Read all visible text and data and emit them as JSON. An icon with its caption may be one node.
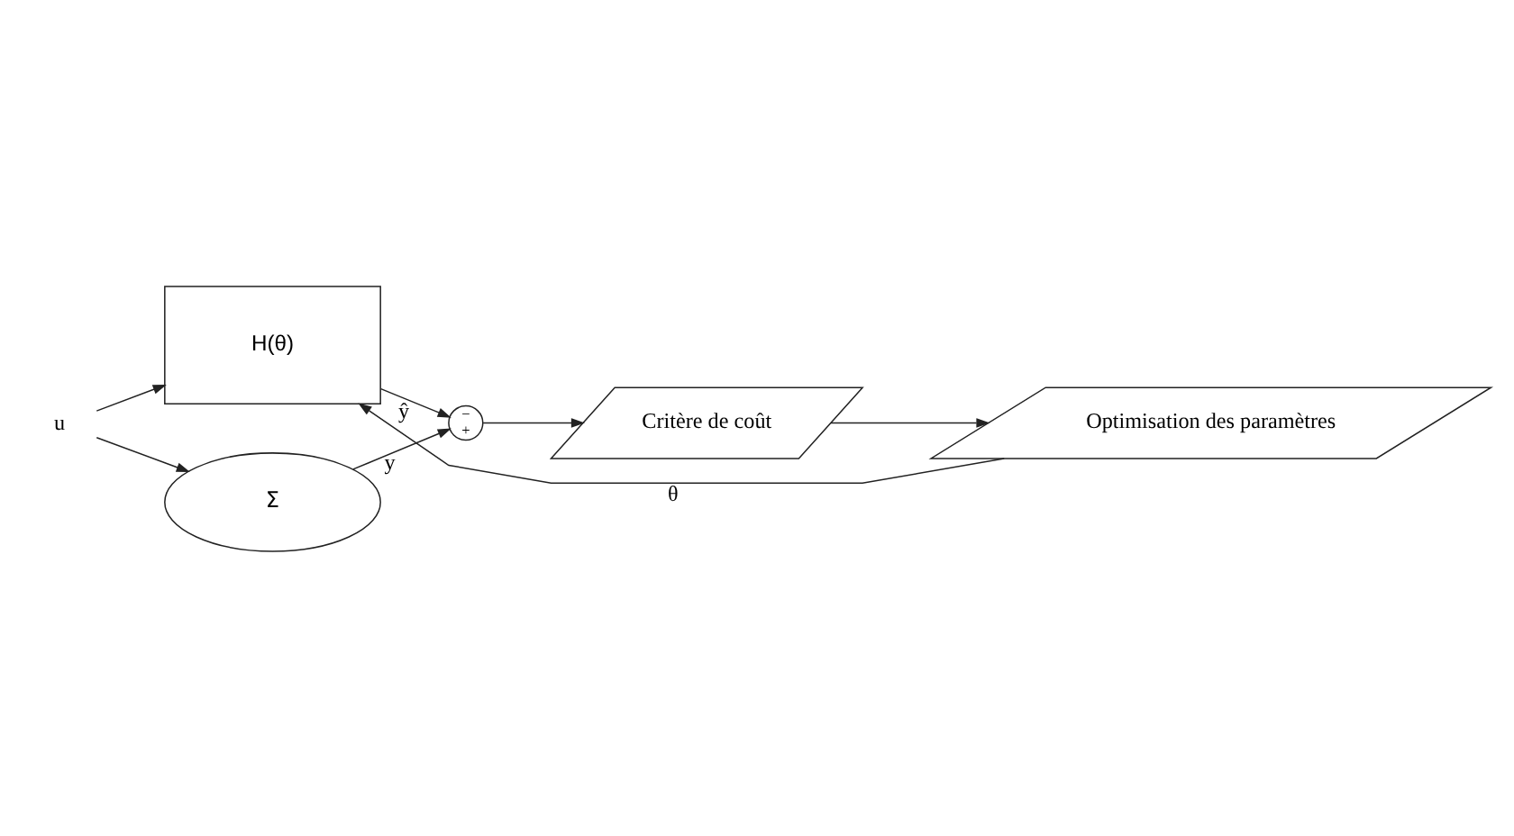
{
  "diagram": {
    "nodes": [
      {
        "text": [
          "H(θ)"
        ]
      },
      {
        "text": [
          "Σ"
        ]
      },
      {
        "text": [
          "Optimisation des paramètres"
        ]
      },
      {
        "text": [
          "Critère de coût"
        ]
      },
      {
        "text": [
          "−",
          "+"
        ]
      },
      {
        "text": [
          "u"
        ]
      }
    ],
    "edges": [
      {
        "from": 5,
        "to": 0,
        "arrow": "to"
      },
      {
        "from": 5,
        "to": 1,
        "arrow": "to"
      },
      {
        "from": 0,
        "to": 4,
        "arrow": "to",
        "label": "ŷ"
      },
      {
        "from": 1,
        "to": 4,
        "arrow": "to",
        "label": "y"
      },
      {
        "from": 4,
        "to": 3,
        "arrow": "to"
      },
      {
        "from": 3,
        "to": 2,
        "arrow": "to"
      },
      {
        "from": 2,
        "to": 0,
        "arrow": "to",
        "label": "θ"
      }
    ]
  }
}
